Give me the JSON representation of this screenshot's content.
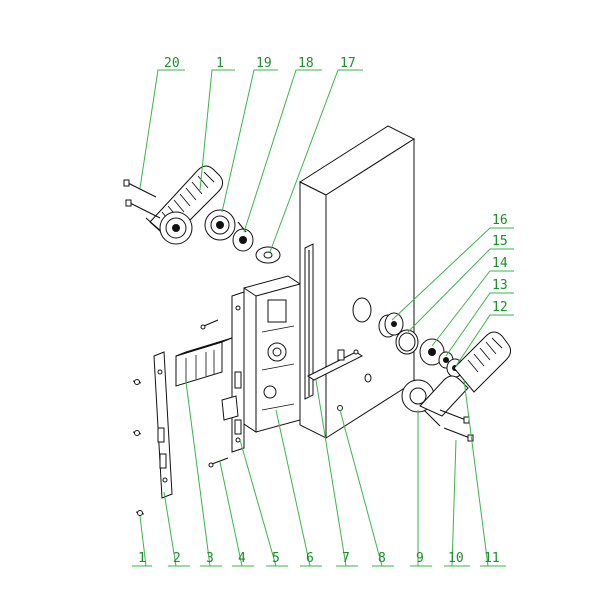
{
  "colors": {
    "label": "#1a8f2a",
    "leader": "#39b54a",
    "ink": "#111111",
    "background": "#ffffff"
  },
  "labels": {
    "p20": "20",
    "p1_top": "1",
    "p19": "19",
    "p18": "18",
    "p17": "17",
    "p16": "16",
    "p15": "15",
    "p14": "14",
    "p13": "13",
    "p12": "12",
    "p1": "1",
    "p2": "2",
    "p3": "3",
    "p4": "4",
    "p5": "5",
    "p6": "6",
    "p7": "7",
    "p8": "8",
    "p9": "9",
    "p10": "10",
    "p11": "11"
  }
}
